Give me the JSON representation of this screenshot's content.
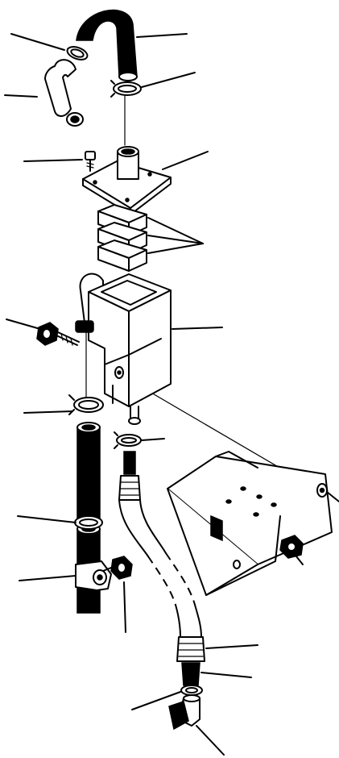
{
  "figure": {
    "background": "#ffffff",
    "ink": "#000000"
  },
  "parts": [
    {
      "name": "upper-hose"
    },
    {
      "name": "small-clamp-upper-left"
    },
    {
      "name": "elbow-hose"
    },
    {
      "name": "hose-clamp-upper"
    },
    {
      "name": "cap-screw-small"
    },
    {
      "name": "mounting-plate"
    },
    {
      "name": "spacer-blocks"
    },
    {
      "name": "valve-housing"
    },
    {
      "name": "mounting-bolt"
    },
    {
      "name": "hose-clamp-middle"
    },
    {
      "name": "lower-hose"
    },
    {
      "name": "hose-clamp-lower"
    },
    {
      "name": "pipe-clamp"
    },
    {
      "name": "clamp-bolt"
    },
    {
      "name": "hose-clamp-fitting"
    },
    {
      "name": "flexible-hose"
    },
    {
      "name": "mounting-bracket"
    },
    {
      "name": "bracket-bolt"
    },
    {
      "name": "hose-fitting-upper"
    },
    {
      "name": "hose-fitting-lower"
    },
    {
      "name": "end-clamp"
    },
    {
      "name": "elbow-fitting"
    }
  ]
}
